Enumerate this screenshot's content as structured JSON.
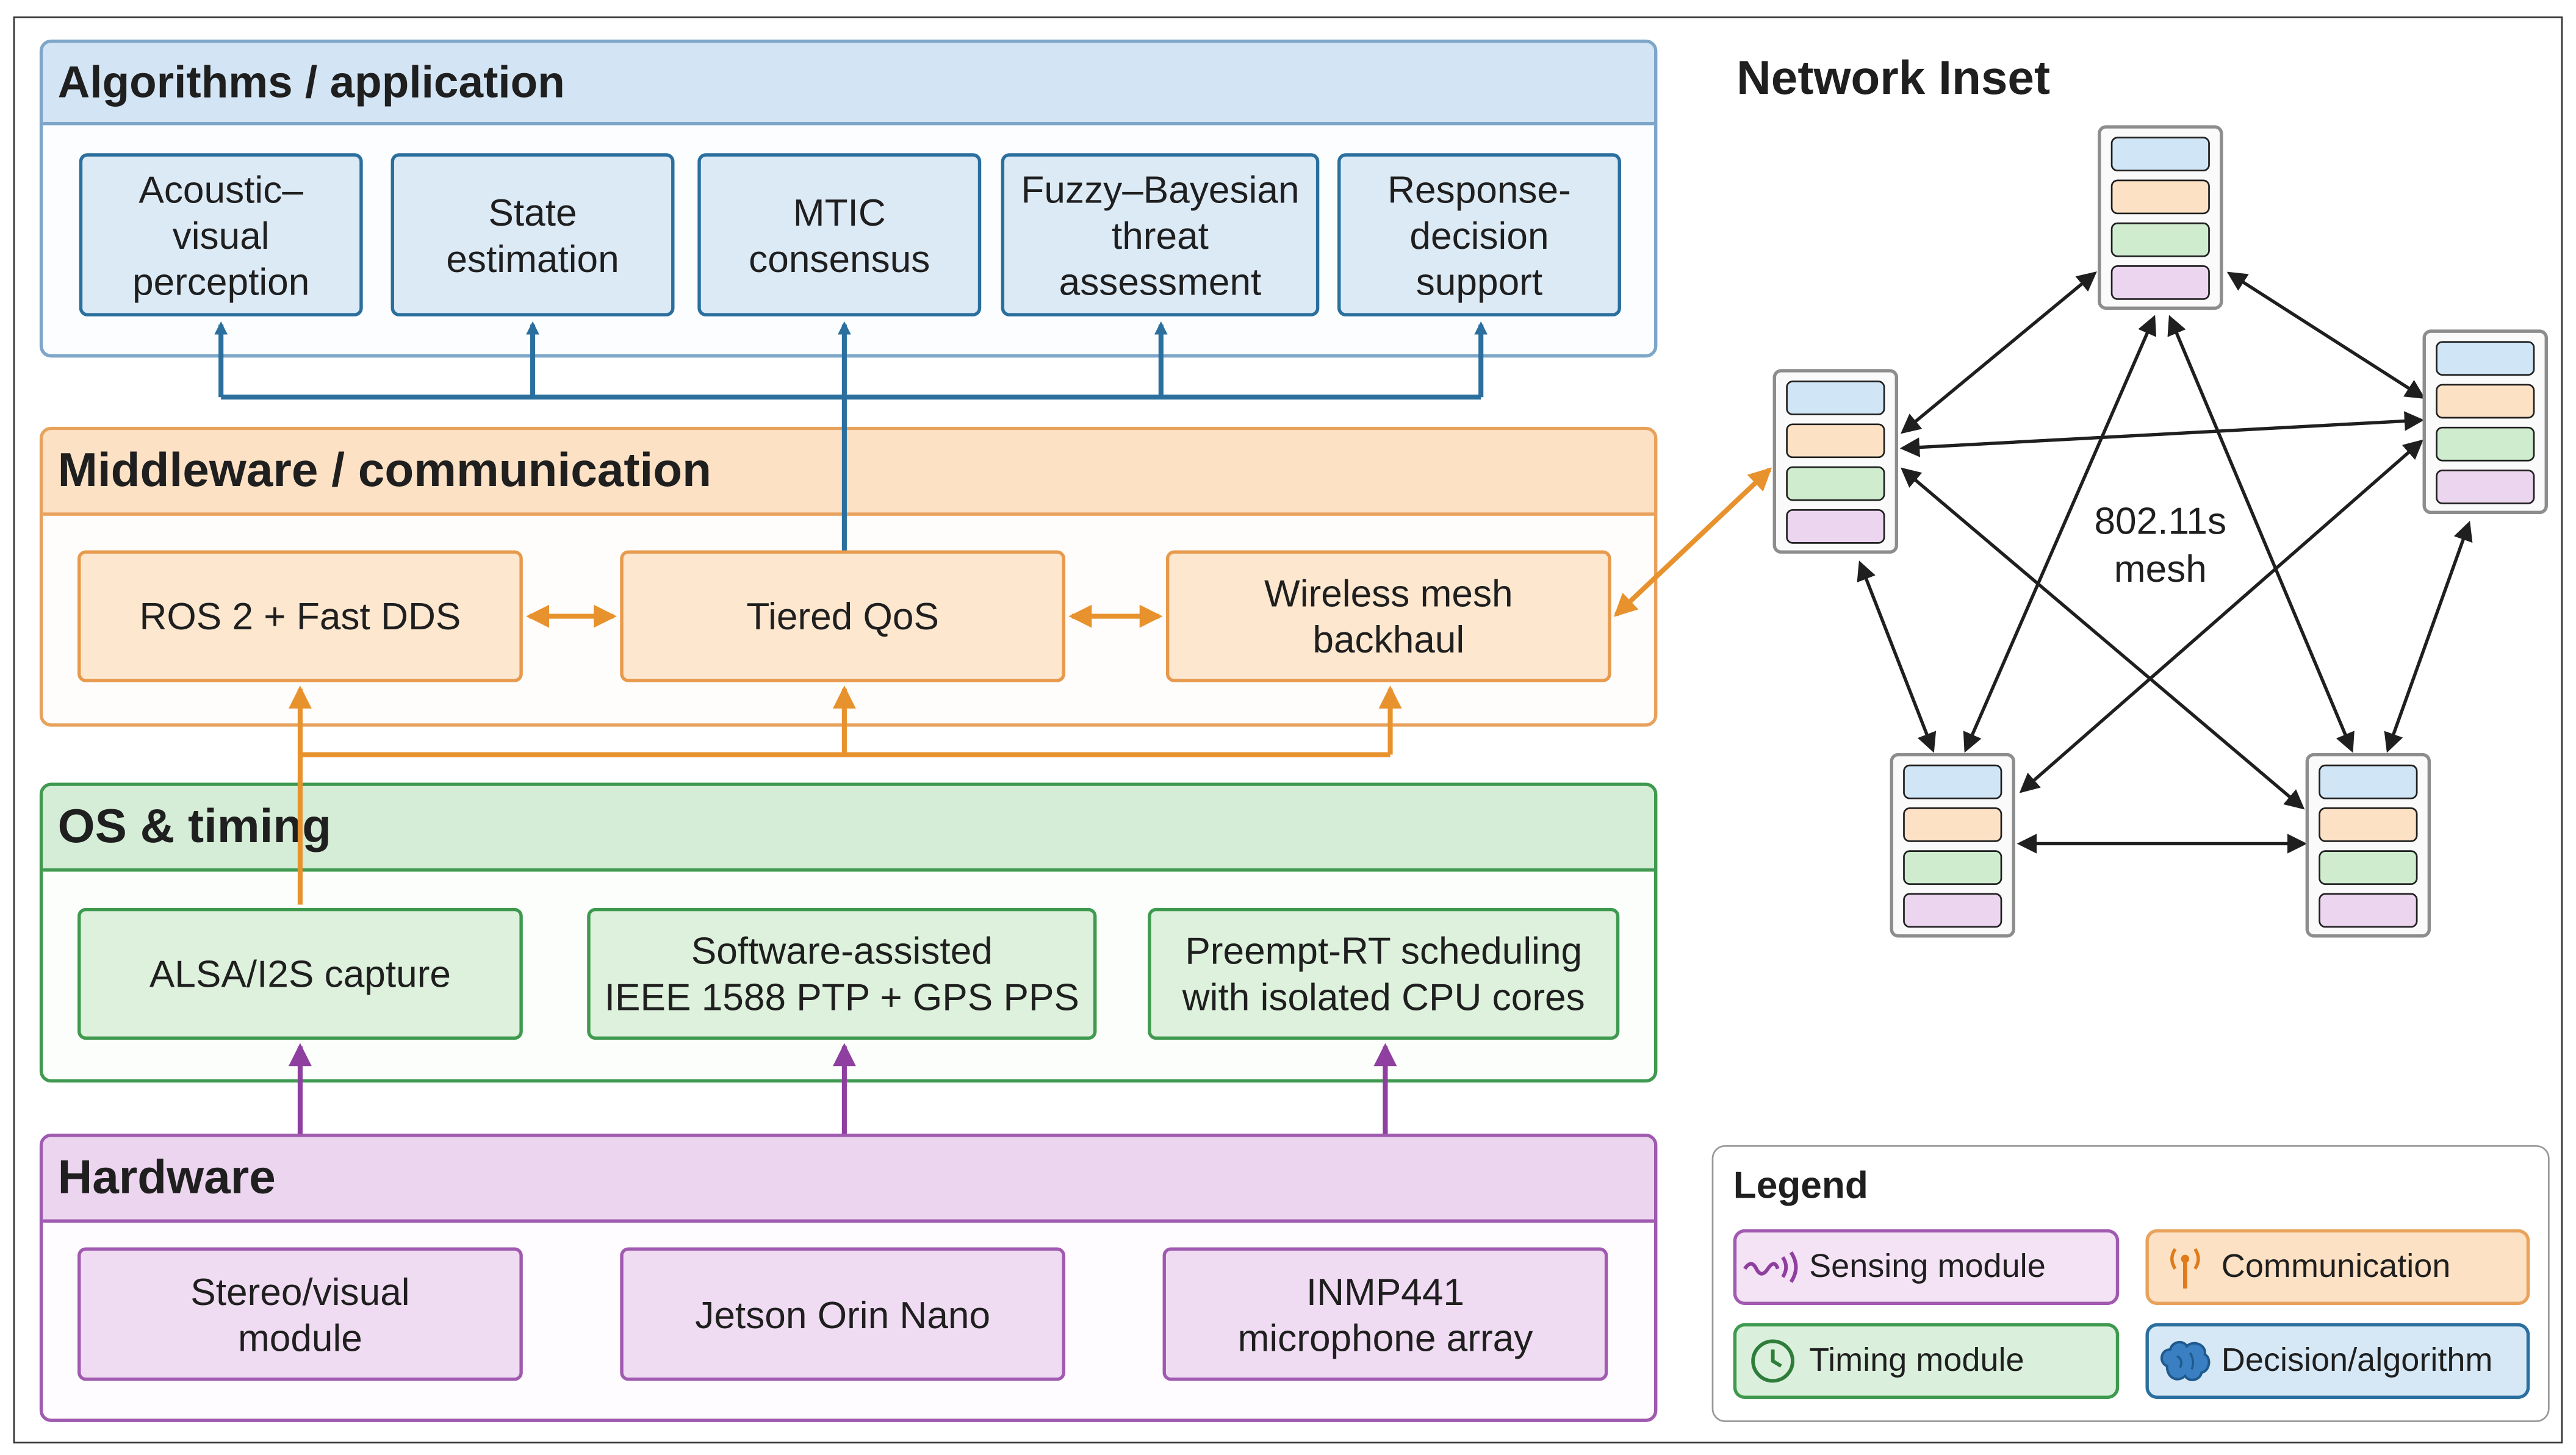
{
  "layers": {
    "algorithms": {
      "title": "Algorithms / application",
      "boxes": [
        "Acoustic–\nvisual\nperception",
        "State\nestimation",
        "MTIC\nconsensus",
        "Fuzzy–Bayesian\nthreat\nassessment",
        "Response-\ndecision\nsupport"
      ]
    },
    "middleware": {
      "title": "Middleware / communication",
      "boxes": [
        "ROS 2 + Fast DDS",
        "Tiered QoS",
        "Wireless mesh\nbackhaul"
      ]
    },
    "os": {
      "title": "OS & timing",
      "boxes": [
        "ALSA/I2S capture",
        "Software-assisted\nIEEE 1588 PTP + GPS PPS",
        "Preempt-RT scheduling\nwith isolated CPU cores"
      ]
    },
    "hardware": {
      "title": "Hardware",
      "boxes": [
        "Stereo/visual\nmodule",
        "Jetson Orin Nano",
        "INMP441\nmicrophone array"
      ]
    }
  },
  "network_inset": {
    "title": "Network Inset",
    "mesh_label": "802.11s\nmesh"
  },
  "legend": {
    "title": "Legend",
    "items": [
      {
        "label": "Sensing module",
        "icon": "sensing-wave-icon",
        "color": "#a05ab0"
      },
      {
        "label": "Communication",
        "icon": "antenna-icon",
        "color": "#e8a25c"
      },
      {
        "label": "Timing module",
        "icon": "clock-icon",
        "color": "#3f9a4f"
      },
      {
        "label": "Decision/algorithm",
        "icon": "brain-icon",
        "color": "#2b6f9e"
      }
    ]
  },
  "colors": {
    "algorithms": "#2b6f9e",
    "middleware": "#e8a25c",
    "os": "#3f9a4f",
    "hardware": "#a05ab0"
  }
}
